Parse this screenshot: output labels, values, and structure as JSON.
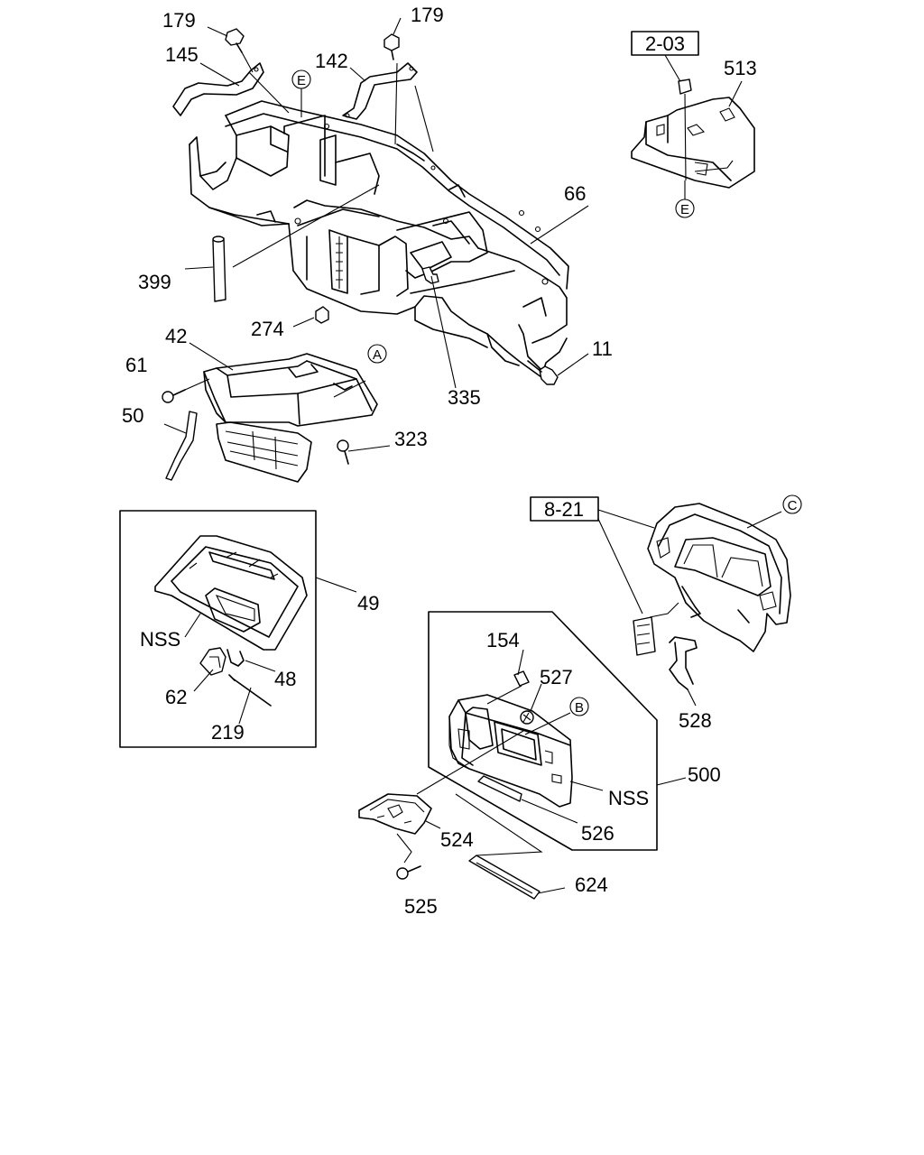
{
  "part_labels": {
    "p179a": "179",
    "p179b": "179",
    "p145": "145",
    "p142": "142",
    "p513": "513",
    "p66": "66",
    "p399": "399",
    "p274": "274",
    "p42": "42",
    "p61": "61",
    "p50": "50",
    "p335": "335",
    "p11": "11",
    "p323": "323",
    "p49": "49",
    "p48": "48",
    "p62": "62",
    "p219": "219",
    "p154": "154",
    "p527": "527",
    "p500": "500",
    "p526": "526",
    "p524": "524",
    "p525": "525",
    "p624": "624",
    "p528": "528",
    "nss1": "NSS",
    "nss2": "NSS"
  },
  "references": {
    "ref_203": "2-03",
    "ref_821": "8-21"
  },
  "connectors": {
    "E1": "E",
    "E2": "E",
    "A": "A",
    "B": "B",
    "C": "C"
  }
}
